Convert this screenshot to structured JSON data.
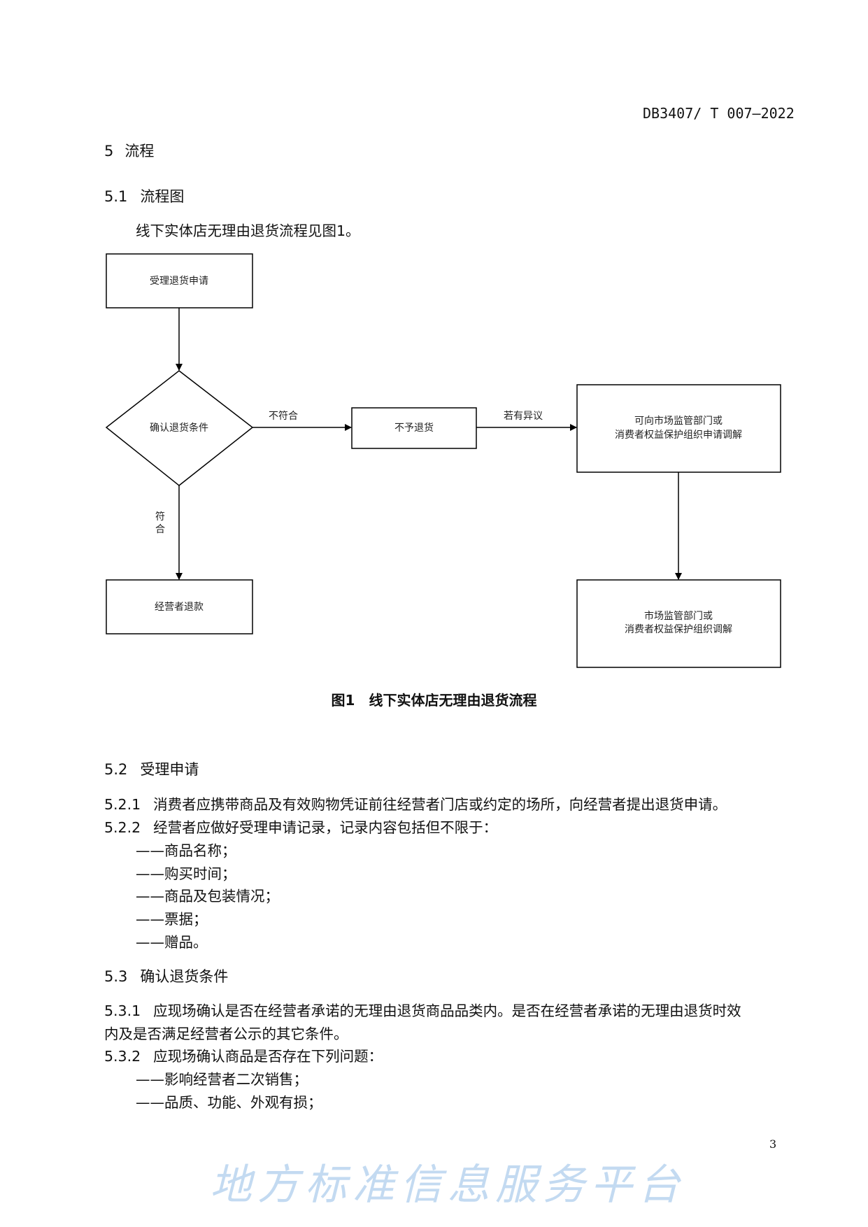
{
  "header": {
    "doc_number": "DB3407/ T 007—2022"
  },
  "section5": {
    "num": "5",
    "title": "流程"
  },
  "section5_1": {
    "num": "5.1",
    "title": "流程图",
    "intro": "线下实体店无理由退货流程见图1。"
  },
  "flowchart": {
    "start": "受理退货申请",
    "decision": "确认退货条件",
    "no_label": "不符合",
    "reject": "不予退货",
    "dispute_label": "若有异议",
    "apply_line1": "可向市场监管部门或",
    "apply_line2": "消费者权益保护组织申请调解",
    "yes_label_1": "符",
    "yes_label_2": "合",
    "refund": "经营者退款",
    "mediate_line1": "市场监管部门或",
    "mediate_line2": "消费者权益保护组织调解"
  },
  "figure_caption": "图1　线下实体店无理由退货流程",
  "section5_2": {
    "num": "5.2",
    "title": "受理申请",
    "c1_num": "5.2.1",
    "c1": "消费者应携带商品及有效购物凭证前往经营者门店或约定的场所，向经营者提出退货申请。",
    "c2_num": "5.2.2",
    "c2": "经营者应做好受理申请记录，记录内容包括但不限于：",
    "items": [
      "——商品名称；",
      "——购买时间；",
      "——商品及包装情况；",
      "——票据；",
      "——赠品。"
    ]
  },
  "section5_3": {
    "num": "5.3",
    "title": "确认退货条件",
    "c1_num": "5.3.1",
    "c1_line1": "应现场确认是否在经营者承诺的无理由退货商品品类内。是否在经营者承诺的无理由退货时效",
    "c1_line2": "内及是否满足经营者公示的其它条件。",
    "c2_num": "5.3.2",
    "c2": "应现场确认商品是否存在下列问题：",
    "items": [
      "——影响经营者二次销售；",
      "——品质、功能、外观有损；"
    ]
  },
  "page_number": "3",
  "watermark": "地方标准信息服务平台"
}
